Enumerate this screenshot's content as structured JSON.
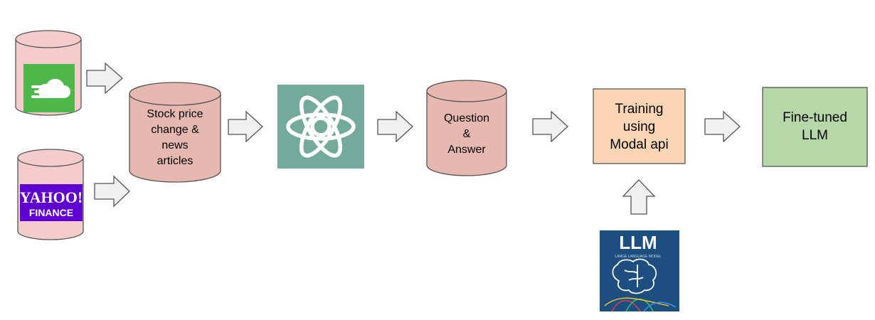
{
  "sources": {
    "cloud_logo": "cloud-logo",
    "yahoo_logo": {
      "line1": "YAHOO!",
      "line2": "FINANCE"
    }
  },
  "nodes": {
    "stock_db": "Stock price\nchange &\nnews\narticles",
    "qa_db": "Question\n&\nAnswer",
    "training": "Training\nusing\nModal api",
    "finetuned": "Fine-tuned\nLLM",
    "llm_book": {
      "title": "LLM",
      "subtitle": "LARGE LANGUAGE MODEL"
    }
  },
  "colors": {
    "source_cylinder": "#f4cccc",
    "db_cylinder": "#e6b8af",
    "openai_bg": "#74aa9c",
    "training_box": "#fcd5b4",
    "finetuned_box": "#b6d7a8",
    "arrow_fill": "#f0f0f0",
    "yahoo": "#5f01d1",
    "cloud_green": "#4db848",
    "book_bg": "#1c4e80"
  }
}
